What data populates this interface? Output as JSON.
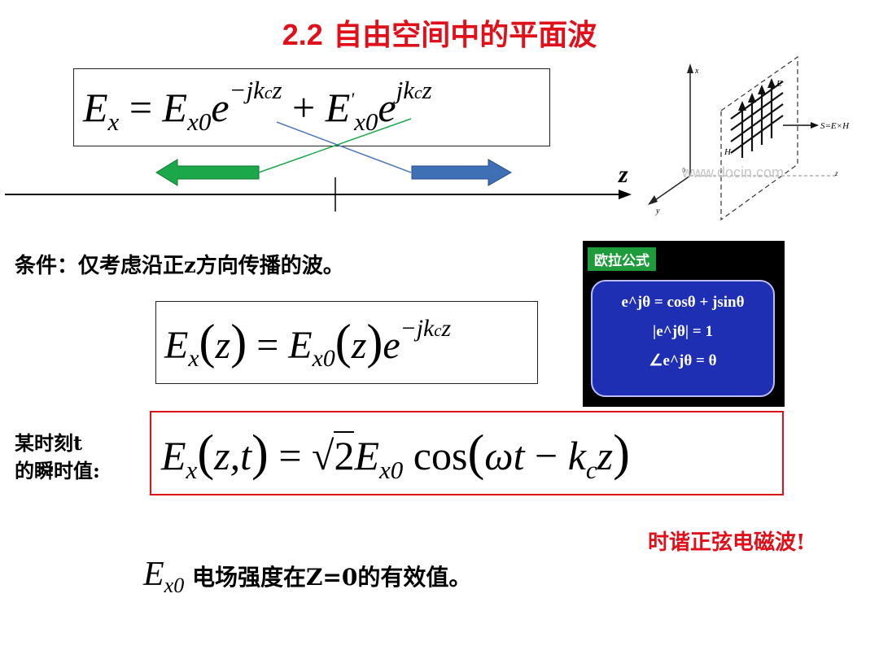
{
  "slide": {
    "title_num": "2.2",
    "title_text": "自由空间中的平面波"
  },
  "eq1": {
    "lhs_E": "E",
    "lhs_sub": "x",
    "eq": " = ",
    "t1_E": "E",
    "t1_sub": "x0",
    "t1_e": "e",
    "t1_exp": "−jk",
    "t1_exp_sub": "c",
    "t1_exp_z": "z",
    "plus": " + ",
    "t2_E": "E",
    "t2_prime": "'",
    "t2_sub": "x0",
    "t2_e": "e",
    "t2_exp": "jk",
    "t2_exp_sub": "c",
    "t2_exp_z": "z"
  },
  "axis": {
    "z_label": "z"
  },
  "diagram": {
    "x_axis": "x",
    "y_axis": "y",
    "origin": "0",
    "z_axis": "z",
    "E_label": "E",
    "H_label": "H",
    "S_label": "S=E×H",
    "watermark": "www.docin.com"
  },
  "condition": {
    "text": "条件：仅考虑沿正z方向传播的波。"
  },
  "euler": {
    "tag": "欧拉公式",
    "line1": "e^jθ = cosθ + jsinθ",
    "line2": "|e^jθ| = 1",
    "line3": "∠e^jθ = θ"
  },
  "eq2": {
    "lhs_E": "E",
    "lhs_sub": "x",
    "lhs_arg": "z",
    "eq": " = ",
    "rhs_E": "E",
    "rhs_sub": "x0",
    "rhs_arg": "z",
    "rhs_e": "e",
    "rhs_exp": "−jk",
    "rhs_exp_sub": "c",
    "rhs_exp_z": "z"
  },
  "instant": {
    "label_line1": "某时刻t",
    "label_line2": "的瞬时值:"
  },
  "eq3": {
    "lhs_E": "E",
    "lhs_sub": "x",
    "lhs_arg": "z,t",
    "eq": " = ",
    "sqrt_arg": "2",
    "rhs_E": "E",
    "rhs_sub": "x0",
    "cos": "cos",
    "arg1": "ωt",
    "minus": " − ",
    "arg2_k": "k",
    "arg2_sub": "c",
    "arg2_z": "z"
  },
  "note": {
    "text": "时谐正弦电磁波!"
  },
  "footer": {
    "E": "E",
    "sub": "x0",
    "text": " 电场强度在Z=0的有效值。"
  },
  "colors": {
    "title": "#e0101a",
    "green_arrow": "#1aa84a",
    "blue_arrow": "#3f6fb5",
    "euler_bg": "#1f2fb4",
    "euler_tag": "#1e9c3c"
  }
}
